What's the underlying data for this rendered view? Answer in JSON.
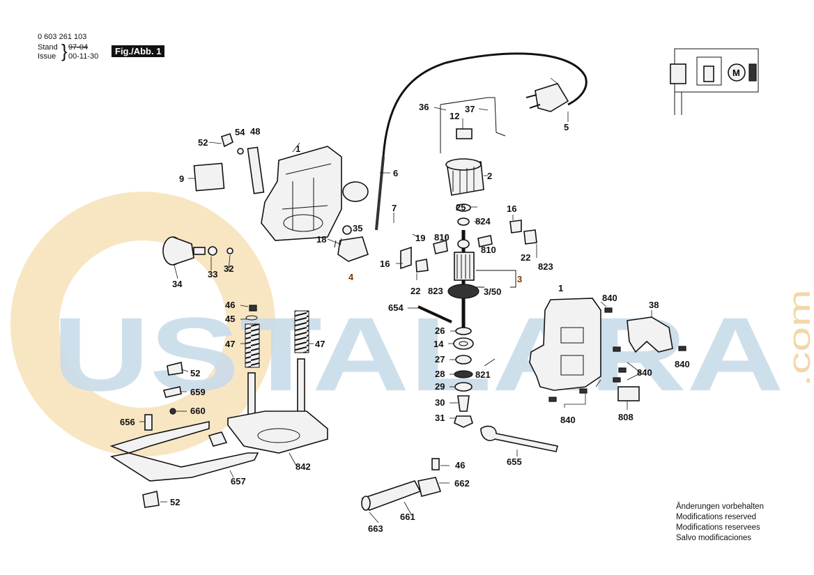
{
  "header": {
    "part_number": "0 603 261 103",
    "stand_label": "Stand",
    "stand_value": "97-04",
    "issue_label": "Issue",
    "issue_value": "00-11-30",
    "figure": "Fig./Abb. 1"
  },
  "watermark": {
    "text": "USTALARA",
    "suffix": ".com",
    "colors": {
      "letters": "#c9dcea",
      "circle": "#f7e2b8"
    }
  },
  "labels": {
    "l1a": "1",
    "l1b": "1",
    "l2": "2",
    "l3": "3",
    "l3_50": "3/50",
    "l4": "4",
    "l5": "5",
    "l6": "6",
    "l7": "7",
    "l9": "9",
    "l12": "12",
    "l14": "14",
    "l16a": "16",
    "l16b": "16",
    "l18": "18",
    "l19": "19",
    "l22a": "22",
    "l22b": "22",
    "l25": "25",
    "l26": "26",
    "l27": "27",
    "l28": "28",
    "l29": "29",
    "l30": "30",
    "l31": "31",
    "l32": "32",
    "l33": "33",
    "l34": "34",
    "l35": "35",
    "l36": "36",
    "l37": "37",
    "l38": "38",
    "l45": "45",
    "l46a": "46",
    "l46b": "46",
    "l47a": "47",
    "l47b": "47",
    "l48": "48",
    "l52a": "52",
    "l52b": "52",
    "l52c": "52",
    "l54": "54",
    "l654": "654",
    "l655": "655",
    "l656": "656",
    "l657": "657",
    "l659": "659",
    "l660": "660",
    "l661": "661",
    "l662": "662",
    "l663": "663",
    "l808": "808",
    "l810a": "810",
    "l810b": "810",
    "l821": "821",
    "l823a": "823",
    "l823b": "823",
    "l824": "824",
    "l840a": "840",
    "l840b": "840",
    "l840c": "840",
    "l840d": "840",
    "l842": "842"
  },
  "schematic": {
    "motor_symbol": "M"
  },
  "footer": {
    "lines": [
      "Änderungen vorbehalten",
      "Modifications reserved",
      "Modifications reservees",
      "Salvo modificaciones"
    ]
  }
}
